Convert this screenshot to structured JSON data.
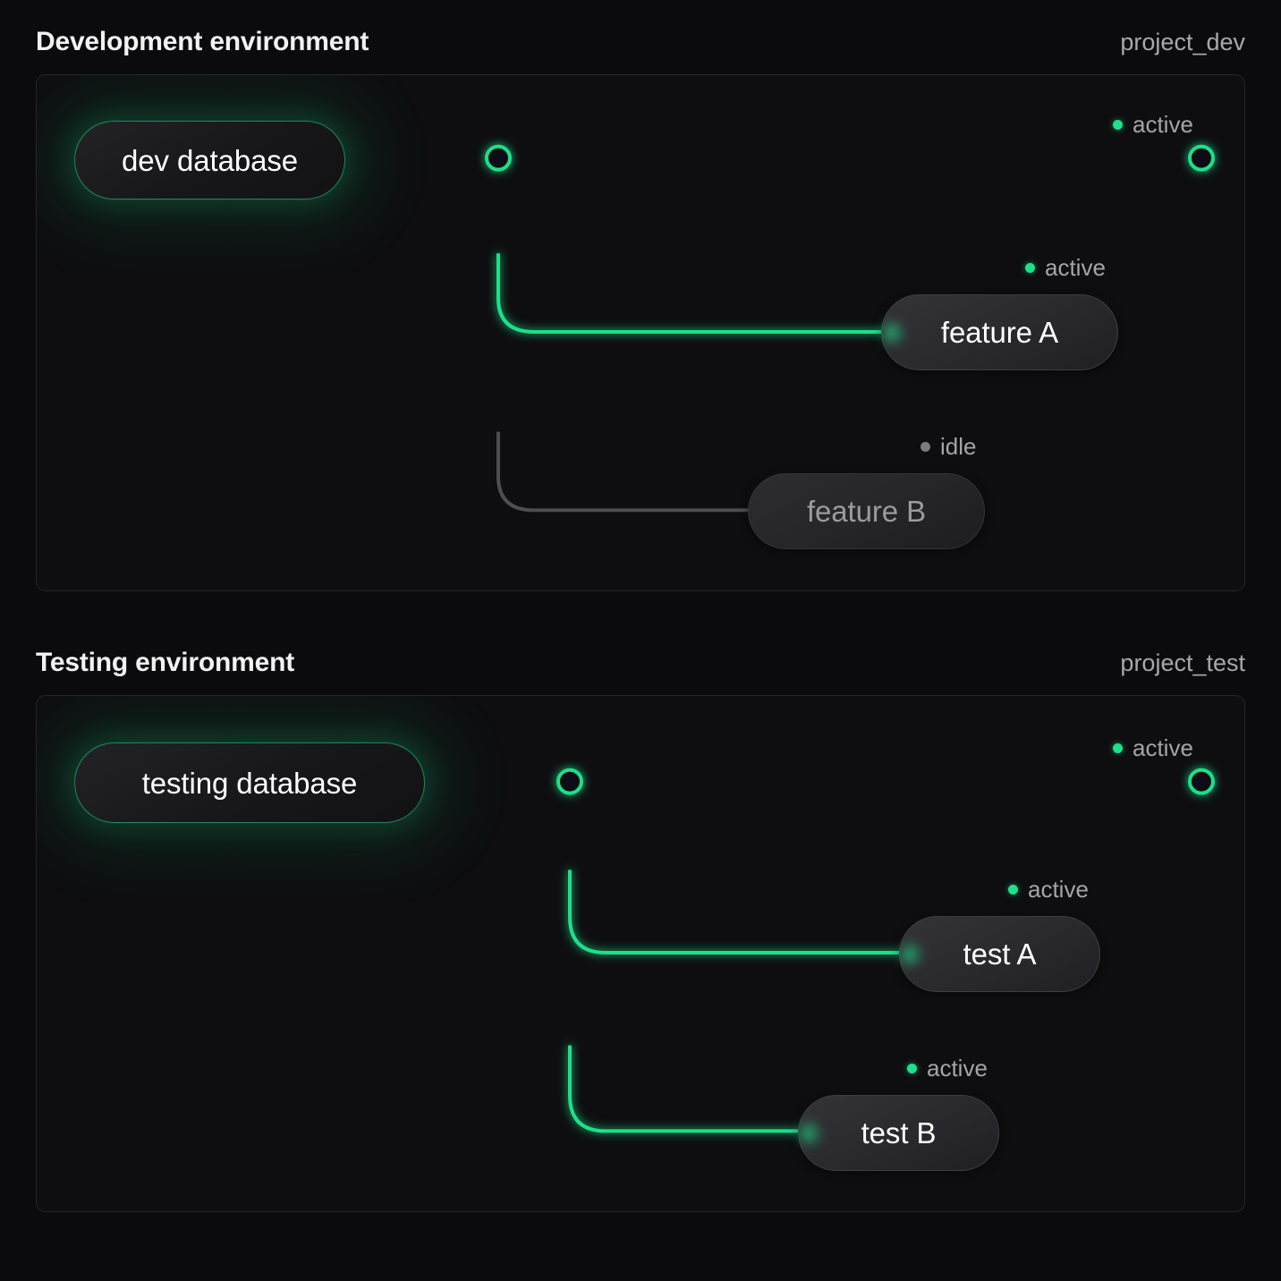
{
  "theme": {
    "background": "#0b0b0d",
    "panel_bg": "#0e0e10",
    "panel_border": "#262629",
    "accent_green": "#1fe08a",
    "idle_gray": "#7b7b80",
    "text_primary": "#f2f2f2",
    "text_muted": "#a4a4a9"
  },
  "sections": [
    {
      "title": "Development environment",
      "project": "project_dev",
      "source": {
        "label": "dev database",
        "status": "active"
      },
      "trunk_status": "active",
      "trunk_endpoint_status": "active",
      "trunk_endpoint_label": "active",
      "targets": [
        {
          "label": "feature A",
          "status": "active",
          "status_label": "active"
        },
        {
          "label": "feature B",
          "status": "idle",
          "status_label": "idle"
        }
      ]
    },
    {
      "title": "Testing environment",
      "project": "project_test",
      "source": {
        "label": "testing database",
        "status": "active"
      },
      "trunk_status": "active",
      "trunk_endpoint_status": "active",
      "trunk_endpoint_label": "active",
      "targets": [
        {
          "label": "test A",
          "status": "active",
          "status_label": "active"
        },
        {
          "label": "test B",
          "status": "active",
          "status_label": "active"
        }
      ]
    }
  ]
}
